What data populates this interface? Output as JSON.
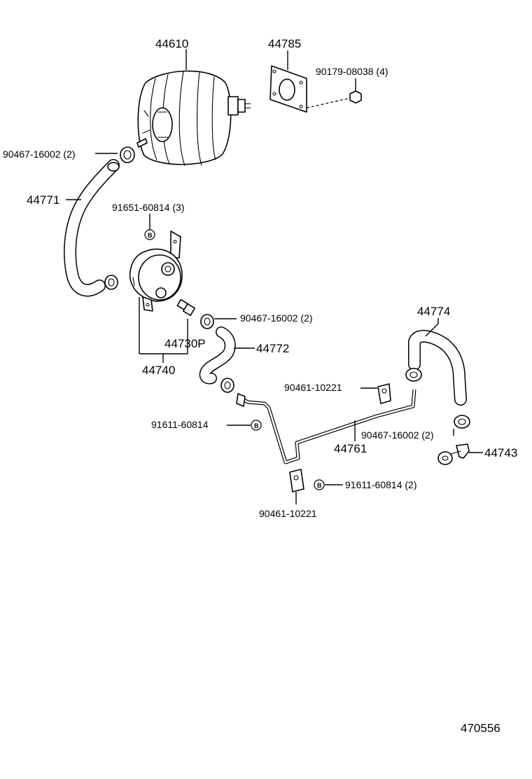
{
  "diagram_id": "470556",
  "badge_letter": "B",
  "labels": {
    "booster": "44610",
    "gasket": "44785",
    "nut": "90179-08038 (4)",
    "clip_top": "90467-16002 (2)",
    "hose_left": "44771",
    "bolt_canister": "91651-60814 (3)",
    "clip_mid": "90467-16002 (2)",
    "check_valve": "44730P",
    "hose_mid": "44772",
    "canister_assy": "44740",
    "hose_right": "44774",
    "clamp_upper": "90461-10221",
    "bolt_left": "91611-60814",
    "clip_right": "90467-16002 (2)",
    "pipe": "44761",
    "union": "44743",
    "bolt_lower": "91611-60814 (2)",
    "clamp_lower": "90461-10221"
  }
}
